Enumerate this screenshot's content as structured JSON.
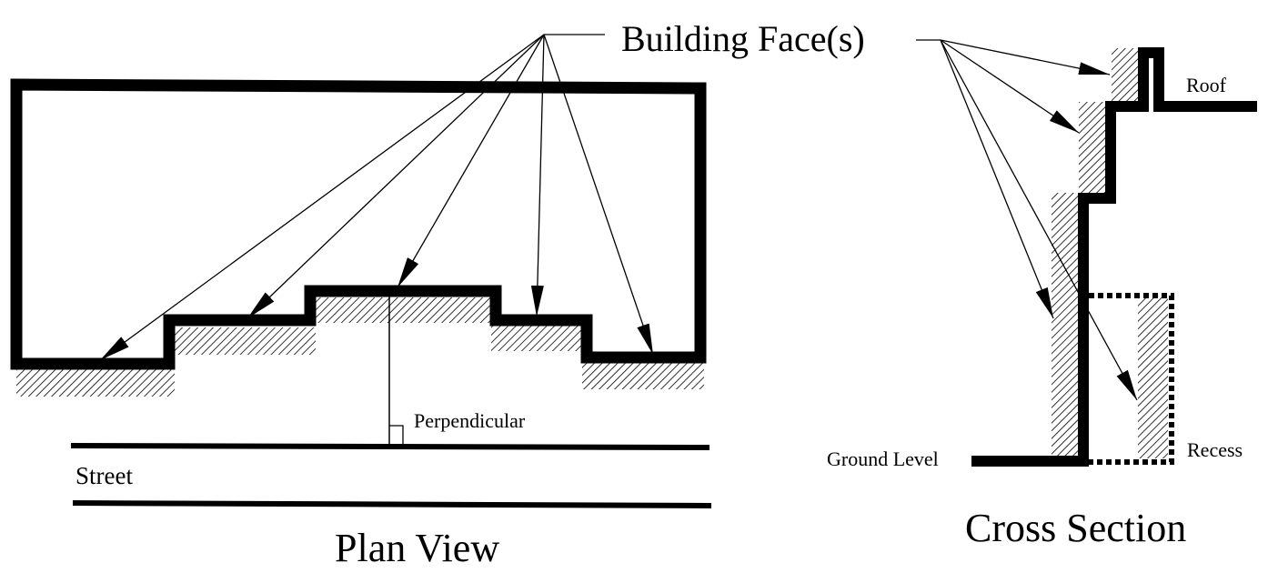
{
  "labels": {
    "building_faces": "Building Face(s)",
    "perpendicular": "Perpendicular",
    "street": "Street",
    "plan_view": "Plan View",
    "roof": "Roof",
    "ground_level": "Ground Level",
    "recess": "Recess",
    "cross_section": "Cross Section"
  },
  "colors": {
    "ink": "#000000",
    "background": "#ffffff"
  }
}
